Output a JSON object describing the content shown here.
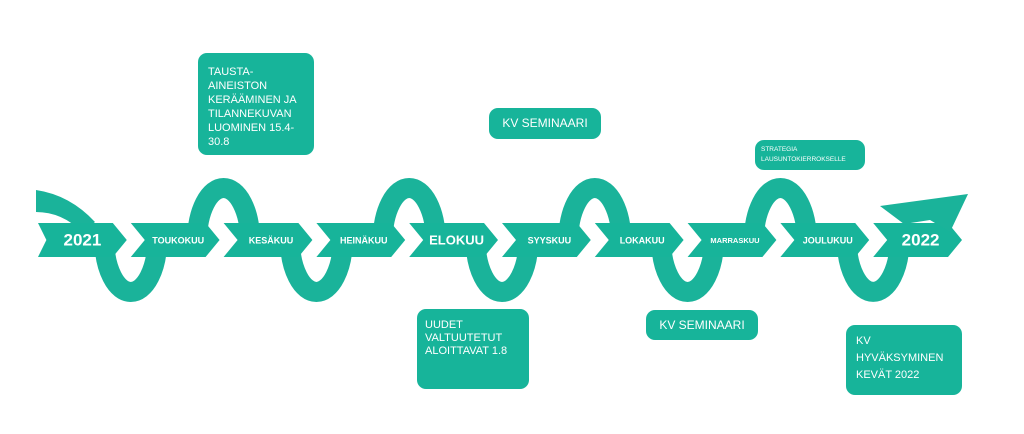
{
  "colors": {
    "chevron": "#17b49a",
    "wave": "#1ab39a",
    "box_bg": "#17b49a",
    "text": "#ffffff"
  },
  "timeline": {
    "items": [
      {
        "label": "2021",
        "kind": "year"
      },
      {
        "label": "TOUKOKUU",
        "kind": "month"
      },
      {
        "label": "KESÄKUU",
        "kind": "month"
      },
      {
        "label": "HEINÄKUU",
        "kind": "month"
      },
      {
        "label": "ELOKUU",
        "kind": "month-large"
      },
      {
        "label": "SYYSKUU",
        "kind": "month"
      },
      {
        "label": "LOKAKUU",
        "kind": "month"
      },
      {
        "label": "MARRASKUU",
        "kind": "month-small"
      },
      {
        "label": "JOULUKUU",
        "kind": "month"
      },
      {
        "label": "2022",
        "kind": "year"
      }
    ]
  },
  "boxes": {
    "tausta": [
      "TAUSTA-",
      "AINEISTON",
      "KERÄÄMINEN JA",
      "TILANNEKUVAN",
      "LUOMINEN 15.4-",
      "30.8"
    ],
    "kv_seminaari_1": "KV SEMINAARI",
    "strategia": [
      "STRATEGIA",
      "LAUSUNTOKIERROKSELLE"
    ],
    "uudet": [
      "UUDET",
      "VALTUUTETUT",
      "ALOITTAVAT 1.8"
    ],
    "kv_seminaari_2": "KV SEMINAARI",
    "hyvaksyminen": [
      "KV",
      "HYVÄKSYMINEN",
      "KEVÄT 2022"
    ]
  }
}
